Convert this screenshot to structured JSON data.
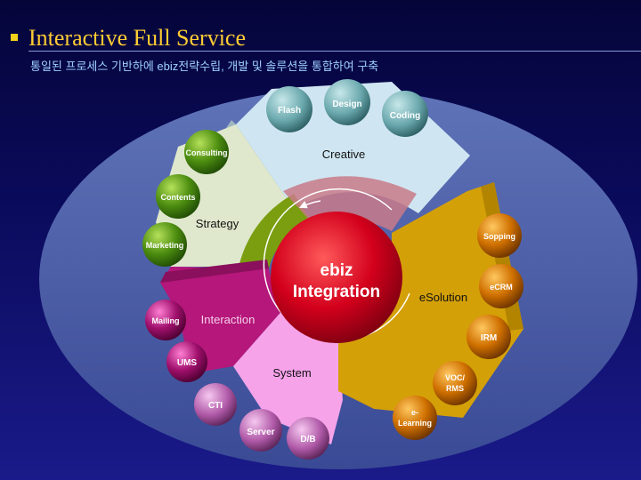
{
  "header": {
    "title": "Interactive Full Service",
    "subtitle": "통일된 프로세스 기반하에 ebiz전략수립, 개발 및 솔루션을 통합하여 구축"
  },
  "center": {
    "line1": "ebiz",
    "line2": "Integration"
  },
  "segments": {
    "creative": "Creative",
    "strategy": "Strategy",
    "interaction": "Interaction",
    "system": "System",
    "esolution": "eSolution"
  },
  "nodes": {
    "flash": "Flash",
    "design": "Design",
    "coding": "Coding",
    "consulting": "Consulting",
    "contents": "Contents",
    "marketing": "Marketing",
    "mailing": "Mailing",
    "ums": "UMS",
    "cti": "CTI",
    "server": "Server",
    "db": "D/B",
    "shopping": "Sopping",
    "ecrm": "eCRM",
    "irm": "IRM",
    "voc_1": "VOC/",
    "voc_2": "RMS",
    "elearning_1": "e-",
    "elearning_2": "Learning"
  },
  "colors": {
    "creative": "#cfe6f2",
    "strategy": "#dfe8cc",
    "interaction": "#b5177a",
    "system": "#f6a3ea",
    "esolution": "#d4a008",
    "center": "#d3001c"
  }
}
